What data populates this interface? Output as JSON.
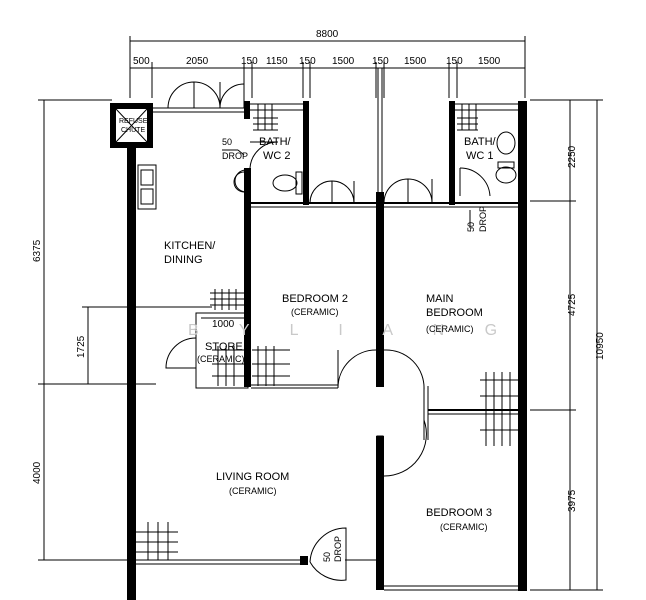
{
  "dimensions": {
    "top_total": "8800",
    "top_segments": [
      "500",
      "2050",
      "150",
      "1150",
      "150",
      "1500",
      "150",
      "1500",
      "150",
      "1500"
    ],
    "left_upper": "6375",
    "left_lower": "4000",
    "left_inner": "1725",
    "right_upper": "2250",
    "right_middle": "4725",
    "right_lower": "3975",
    "right_total": "10950",
    "store_width": "1000"
  },
  "rooms": {
    "refuse_chute": [
      "REFUSE",
      "CHUTE"
    ],
    "kitchen": [
      "KITCHEN/",
      "DINING"
    ],
    "bath2": [
      "BATH/",
      "WC 2"
    ],
    "bath1": [
      "BATH/",
      "WC 1"
    ],
    "bedroom2": "BEDROOM 2",
    "bedroom2_floor": "(CERAMIC)",
    "main_bedroom": [
      "MAIN",
      "BEDROOM"
    ],
    "main_bedroom_floor": "(CERAMIC)",
    "store": "STORE",
    "store_floor": "(CERAMIC)",
    "living": "LIVING ROOM",
    "living_floor": "(CERAMIC)",
    "bedroom3": "BEDROOM 3",
    "bedroom3_floor": "(CERAMIC)"
  },
  "drops": {
    "bath2_num": "50",
    "bath2_word": "DROP",
    "bath1_num": "50",
    "bath1_word": "DROP",
    "entrance_num": "50",
    "entrance_word": "DROP"
  },
  "watermark": "B Y  L I A N G"
}
